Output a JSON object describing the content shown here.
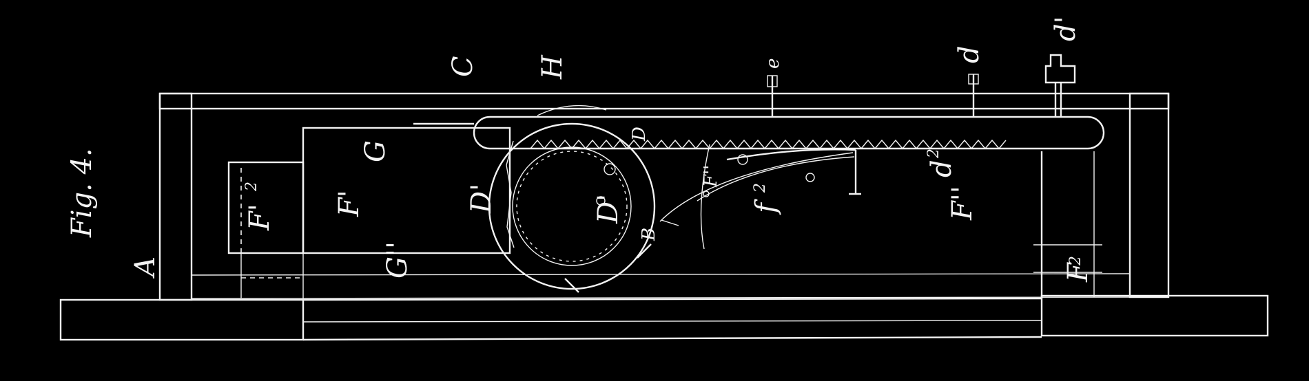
{
  "figure": {
    "caption": "Fig. 4.",
    "labels": {
      "A": "A",
      "C": "C",
      "H": "H",
      "e": "e",
      "d": "d",
      "d_prime": "d'",
      "G": "G",
      "G_dprime": "G''",
      "D": "D",
      "D_prime": "D'",
      "D1_prime": "D'",
      "B": "B",
      "F": "F'",
      "F2": "F'",
      "F_dprime": "F''",
      "F_dprime_right": "F''",
      "f2": "f",
      "d2": "d",
      "F_right": "F",
      "sub2": "2"
    }
  }
}
